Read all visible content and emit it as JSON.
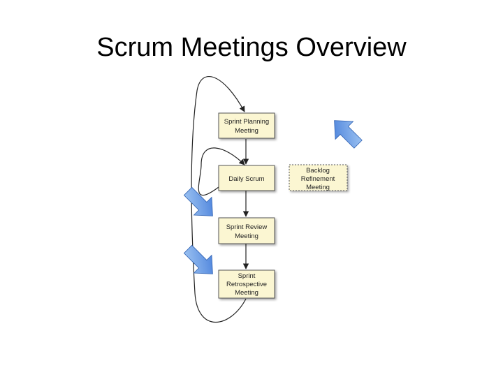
{
  "slide": {
    "title": "Scrum Meetings Overview"
  },
  "diagram": {
    "nodes": [
      {
        "id": "sprint-planning",
        "lines": [
          "Sprint Planning",
          "Meeting"
        ]
      },
      {
        "id": "daily-scrum",
        "lines": [
          "Daily Scrum"
        ]
      },
      {
        "id": "sprint-review",
        "lines": [
          "Sprint Review",
          "Meeting"
        ]
      },
      {
        "id": "sprint-retrospective",
        "lines": [
          "Sprint",
          "Retrospective",
          "Meeting"
        ]
      },
      {
        "id": "backlog-refinement",
        "lines": [
          "Backlog",
          "Refinement",
          "Meeting"
        ],
        "style": "dashed"
      }
    ],
    "colors": {
      "node_fill": "#fbf6d2",
      "node_border": "#555555",
      "arrow": "#222222",
      "callout_light": "#a9cdf5",
      "callout_dark": "#3f78d8"
    }
  }
}
